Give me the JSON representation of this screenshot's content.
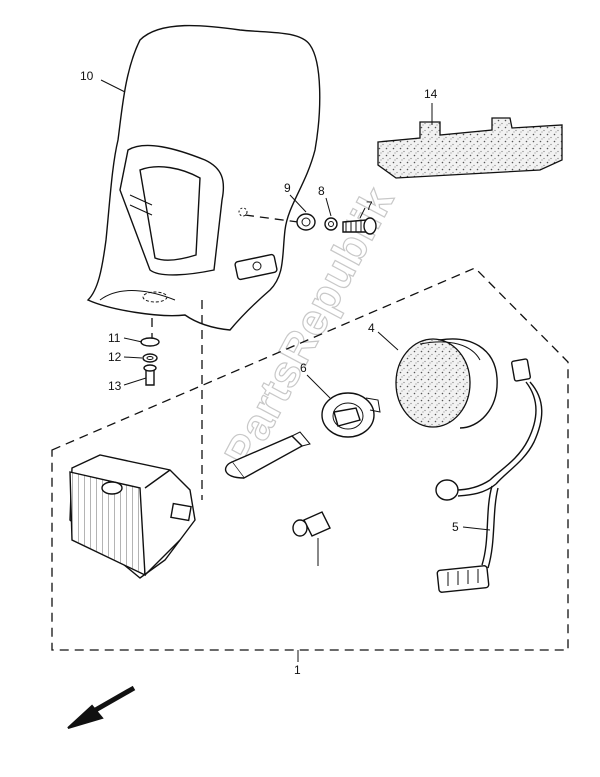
{
  "watermark": "PartsRepublik",
  "callouts": [
    {
      "id": "cover",
      "label": "10"
    },
    {
      "id": "pad",
      "label": "14"
    },
    {
      "id": "grommet",
      "label": "9"
    },
    {
      "id": "collar",
      "label": "8"
    },
    {
      "id": "bolt",
      "label": "7"
    },
    {
      "id": "washer",
      "label": "11"
    },
    {
      "id": "collar-lower",
      "label": "12"
    },
    {
      "id": "screw",
      "label": "13"
    },
    {
      "id": "reflector",
      "label": "4"
    },
    {
      "id": "socket",
      "label": "6"
    },
    {
      "id": "harness",
      "label": "5"
    },
    {
      "id": "assembly",
      "label": "1"
    }
  ],
  "icons": {
    "direction": "front-arrow-icon"
  }
}
